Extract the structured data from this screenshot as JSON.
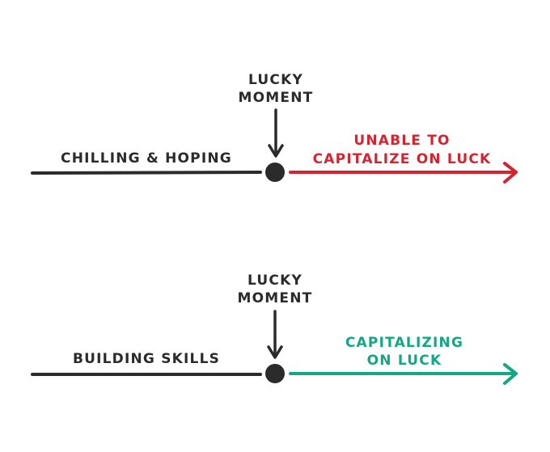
{
  "colors": {
    "ink": "#2b2b2b",
    "negative": "#d4242f",
    "positive": "#13a784",
    "background": "#ffffff"
  },
  "diagram": {
    "top": {
      "event_label_line1": "LUCKY",
      "event_label_line2": "MOMENT",
      "before_label": "CHILLING & HOPING",
      "after_label_line1": "UNABLE TO",
      "after_label_line2": "CAPITALIZE ON LUCK",
      "after_color": "negative"
    },
    "bottom": {
      "event_label_line1": "LUCKY",
      "event_label_line2": "MOMENT",
      "before_label": "BUILDING SKILLS",
      "after_label_line1": "CAPITALIZING",
      "after_label_line2": "ON LUCK",
      "after_color": "positive"
    }
  }
}
